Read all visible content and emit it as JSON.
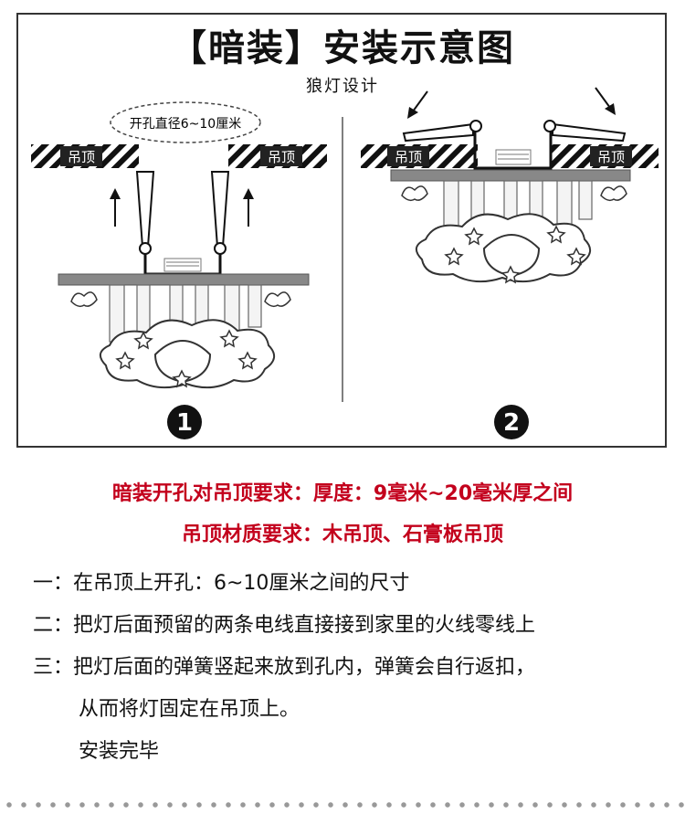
{
  "header": {
    "title": "【暗装】安装示意图",
    "subtitle": "狼灯设计"
  },
  "diagram": {
    "hole_label": "开孔直径6~10厘米",
    "ceiling_label": "吊顶",
    "step1_number": "1",
    "step2_number": "2"
  },
  "requirements": {
    "line1": "暗装开孔对吊顶要求：厚度：9毫米~20毫米厚之间",
    "line2": "吊顶材质要求：木吊顶、石膏板吊顶"
  },
  "steps": {
    "step1": "一：在吊顶上开孔：6~10厘米之间的尺寸",
    "step2": "二：把灯后面预留的两条电线直接接到家里的火线零线上",
    "step3a": "三：把灯后面的弹簧竖起来放到孔内，弹簧会自行返扣，",
    "step3b": "从而将灯固定在吊顶上。",
    "step4": "安装完毕"
  }
}
